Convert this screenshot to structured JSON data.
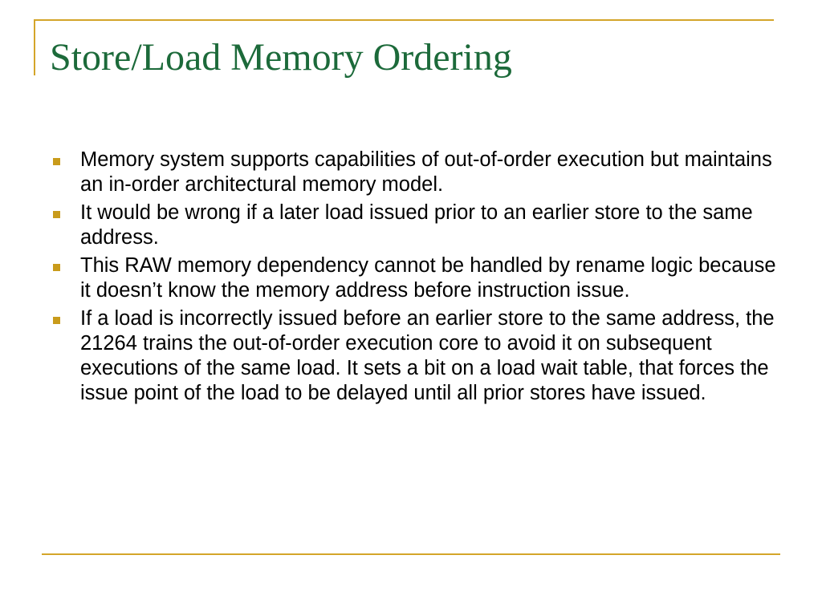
{
  "slide": {
    "title": "Store/Load Memory Ordering",
    "bullets": [
      "Memory system supports capabilities of out-of-order execution but maintains an in-order architectural memory model.",
      "It would be wrong if a later load issued prior to an earlier store to the same address.",
      "This RAW memory dependency cannot be handled by rename logic because it doesn’t know the memory address before instruction issue.",
      "If a load is incorrectly issued before an earlier store to the same address, the 21264 trains the out-of-order execution core to avoid it on subsequent executions of the same load. It sets a bit on a load wait table, that forces the issue point of the load to be delayed until all prior stores have issued."
    ],
    "colors": {
      "title": "#1C6A3A",
      "accent": "#D4A52A",
      "bullet": "#C99B1B",
      "text": "#000000"
    }
  }
}
